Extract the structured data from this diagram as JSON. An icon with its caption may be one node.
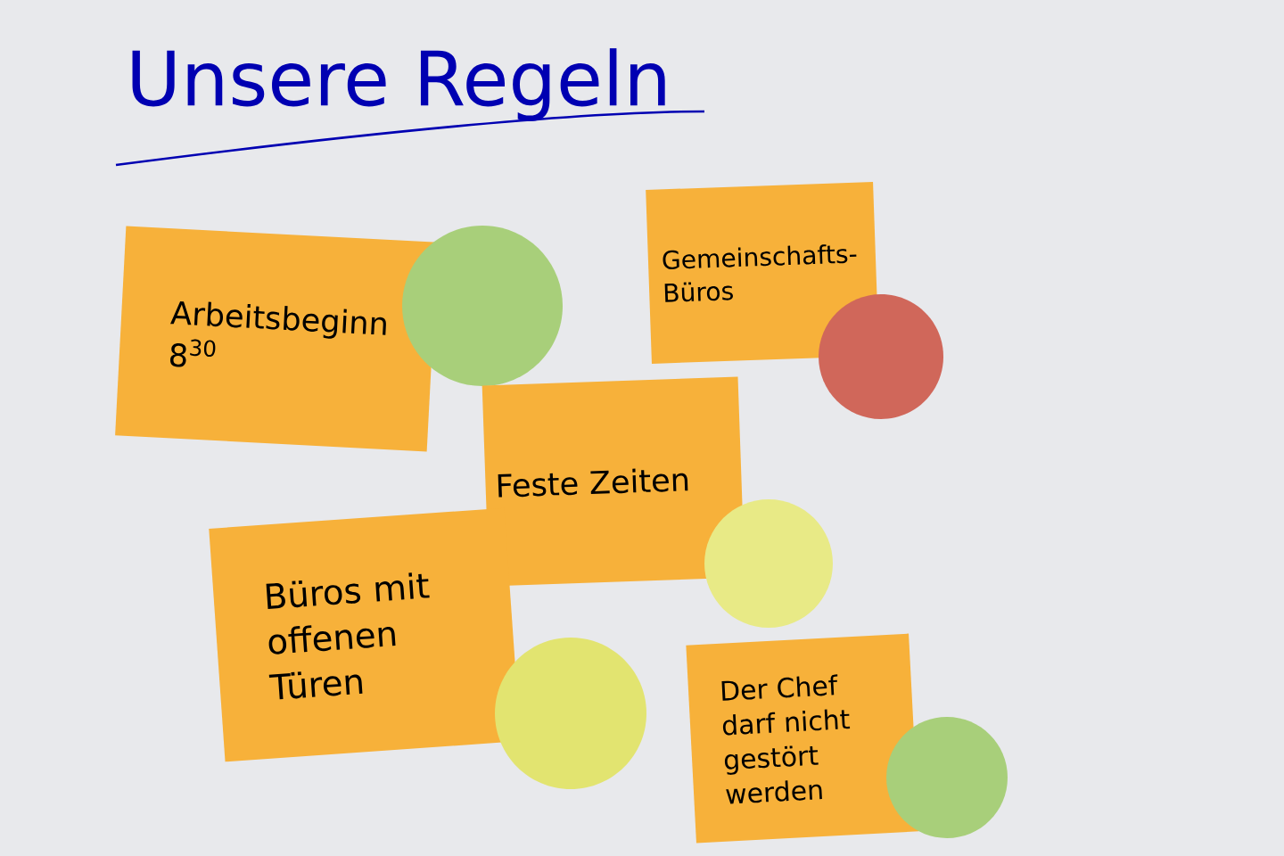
{
  "diagram": {
    "title": "Unsere Regeln",
    "nodes": [
      {
        "text": [
          "Arbeitsbeginn 8$^{30}$"
        ]
      },
      {
        "text": [],
        "shape": "circle"
      },
      {
        "text": [
          "Gemeinschafts- Büros"
        ]
      },
      {
        "text": [],
        "shape": "circle"
      },
      {
        "text": [
          "Feste Zeiten"
        ]
      },
      {
        "text": [],
        "shape": "circle"
      },
      {
        "text": [
          "Büros mit offenen Türen"
        ]
      },
      {
        "text": [],
        "shape": "circle"
      },
      {
        "text": [
          "Der Chef darf nicht gestört werden"
        ]
      },
      {
        "text": [],
        "shape": "circle"
      }
    ]
  }
}
